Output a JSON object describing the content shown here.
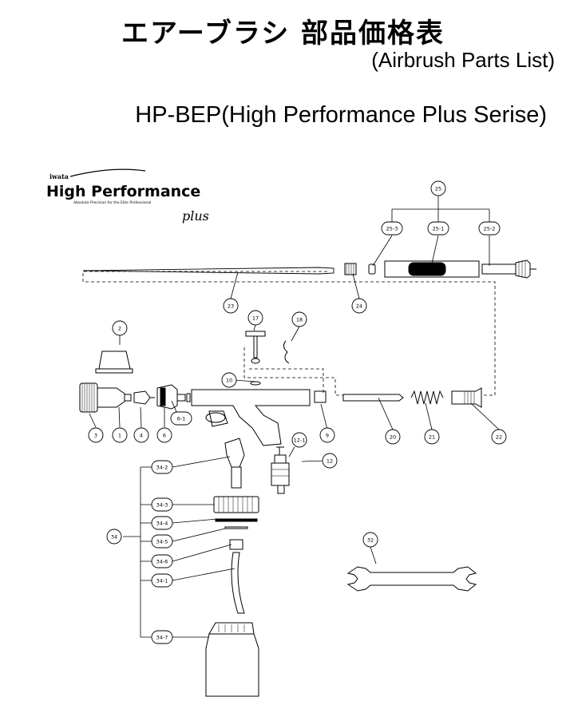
{
  "header": {
    "title_jp": "エアーブラシ 部品価格表",
    "title_en": "(Airbrush Parts List)",
    "model": "HP-BEP(High Performance Plus Serise)"
  },
  "logo": {
    "brand": "iwata",
    "line1": "High Performance",
    "tagline": "Absolute Precision for the Elite Professional",
    "line2": "plus"
  },
  "parts": [
    "25",
    "25-3",
    "25-1",
    "25-2",
    "23",
    "24",
    "2",
    "17",
    "18",
    "10",
    "3",
    "1",
    "4",
    "6",
    "6-1",
    "9",
    "20",
    "21",
    "22",
    "12-1",
    "12",
    "34-2",
    "34-3",
    "34-4",
    "34",
    "34-5",
    "34-6",
    "34-1",
    "32",
    "34-7"
  ]
}
